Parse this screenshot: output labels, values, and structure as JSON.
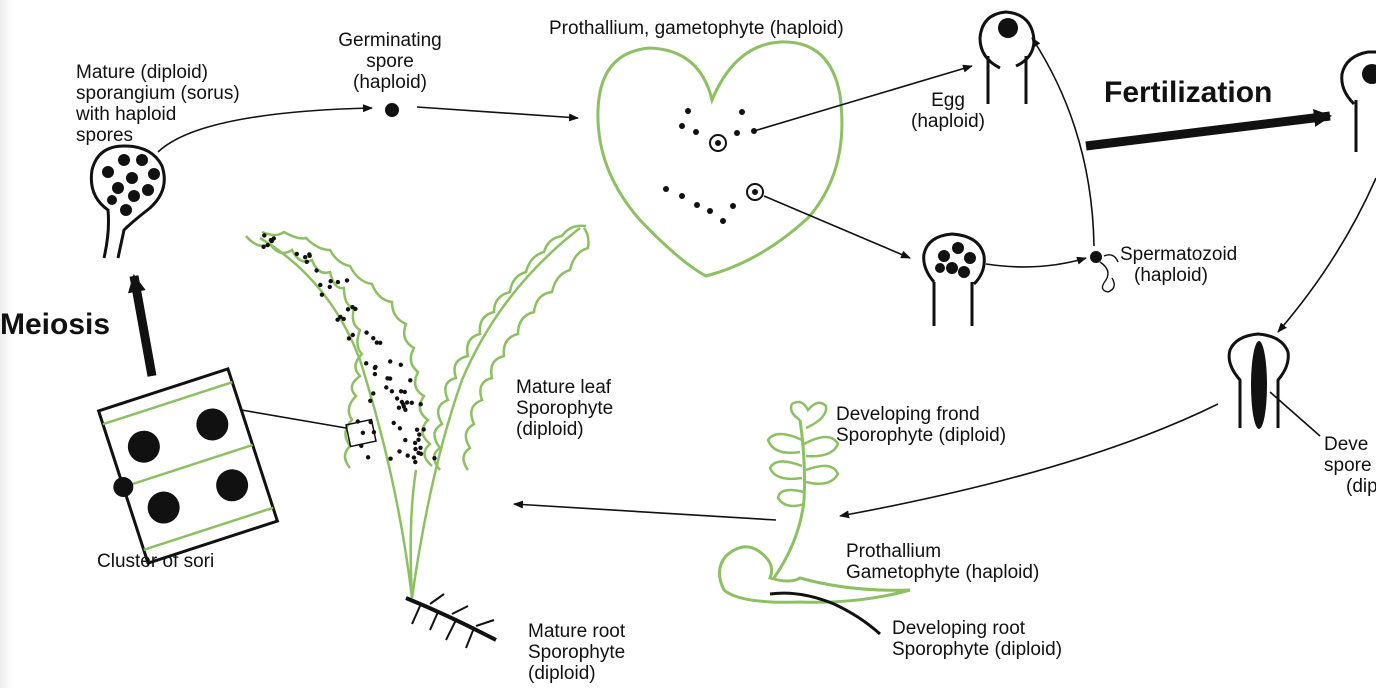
{
  "colors": {
    "ink": "#111111",
    "plant": "#8cc063",
    "background": "#ffffff"
  },
  "labels": {
    "sporangium": [
      "Mature (diploid)",
      "sporangium (sorus)",
      "with haploid",
      "spores"
    ],
    "germinating_spore": [
      "Germinating",
      "spore",
      "(haploid)"
    ],
    "prothallium_top": "Prothallium, gametophyte (haploid)",
    "egg": [
      "Egg",
      "(haploid)"
    ],
    "fertilization": "Fertilization",
    "spermatozoid": [
      "Spermatozoid",
      "(haploid)"
    ],
    "meiosis": "Meiosis",
    "cluster": "Cluster of sori",
    "mature_leaf": [
      "Mature leaf",
      "Sporophyte",
      "(diploid)"
    ],
    "developing_frond": [
      "Developing frond",
      "Sporophyte (diploid)"
    ],
    "developing_sporophyte": [
      "Deve",
      "spore",
      "(dip"
    ],
    "prothallium_bottom": [
      "Prothallium",
      "Gametophyte (haploid)"
    ],
    "developing_root": [
      "Developing root",
      "Sporophyte (diploid)"
    ],
    "mature_root": [
      "Mature root",
      "Sporophyte",
      "(diploid)"
    ]
  }
}
